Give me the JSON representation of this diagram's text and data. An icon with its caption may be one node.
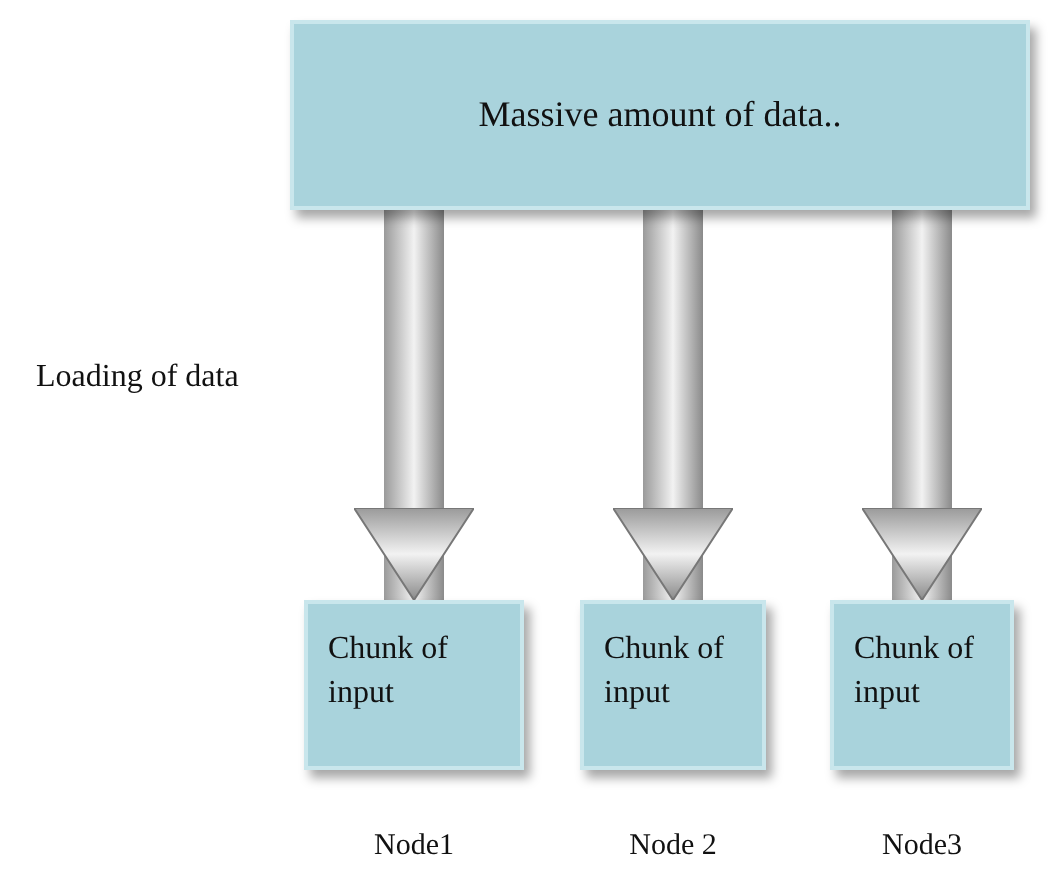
{
  "diagram": {
    "nodes": [
      {
        "text": [
          "Massive amount of data.."
        ]
      },
      {
        "text": [
          "Chunk of input"
        ],
        "beside": [
          "Node1"
        ]
      },
      {
        "text": [
          "Chunk of input"
        ],
        "beside": [
          "Node 2"
        ]
      },
      {
        "text": [
          "Chunk of input"
        ],
        "beside": [
          "Node3"
        ]
      }
    ],
    "edges": [
      {
        "from": 0,
        "to": 1,
        "arrow": "to",
        "style": "thick"
      },
      {
        "from": 0,
        "to": 2,
        "arrow": "to",
        "style": "thick"
      },
      {
        "from": 0,
        "to": 3,
        "arrow": "to",
        "style": "thick"
      }
    ],
    "labels": [
      "Loading of data"
    ]
  }
}
